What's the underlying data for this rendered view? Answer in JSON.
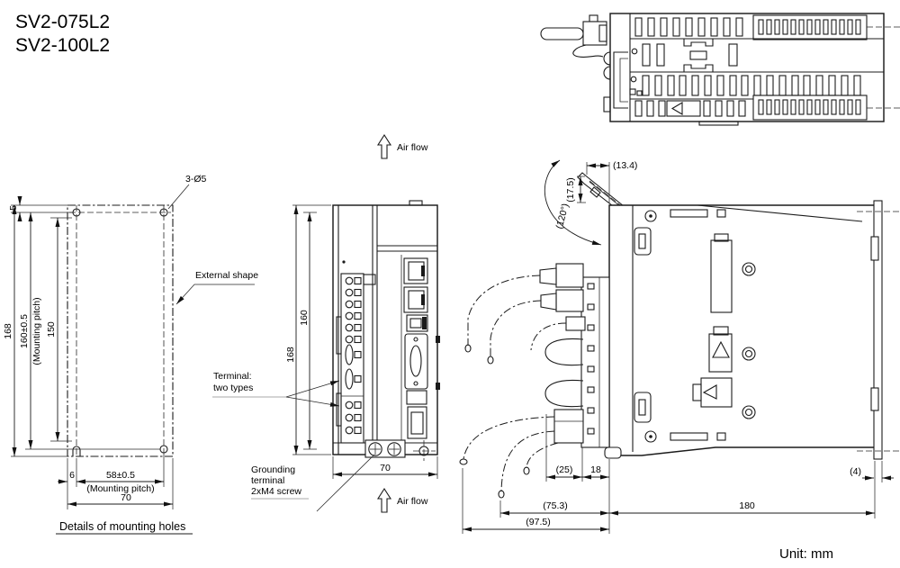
{
  "title": {
    "model_1": "SV2-075L2",
    "model_2": "SV2-100L2"
  },
  "unit_note": "Unit: mm",
  "mounting_view": {
    "caption": "Details of mounting holes",
    "hole_callout": "3-Ø5",
    "external_shape_label": "External shape",
    "dim_top_offset": "5",
    "dim_height_overall": "168",
    "dim_height_pitch": "160±0.5",
    "dim_height_pitch_note": "(Mounting pitch)",
    "dim_height_inner": "150",
    "dim_bottom_left_offset": "6",
    "dim_width_pitch": "58±0.5",
    "dim_width_pitch_note": "(Mounting pitch)",
    "dim_width_overall": "70"
  },
  "front_view": {
    "airflow_top_label": "Air flow",
    "airflow_bottom_label": "Air flow",
    "terminal_label_line1": "Terminal:",
    "terminal_label_line2": "two types",
    "grounding_label_line1": "Grounding",
    "grounding_label_line2": "terminal",
    "grounding_label_line3": "2xM4 screw",
    "dim_height_overall": "168",
    "dim_height_pitch": "160",
    "dim_width": "70"
  },
  "side_view": {
    "dim_cover_depth": "(13.4)",
    "dim_cover_height": "(17.5)",
    "dim_cover_angle": "(120°)",
    "dim_cable_bend": "(25)",
    "dim_connector_depth": "18",
    "dim_din_gap": "(4)",
    "dim_depth_with_connectors": "(75.3)",
    "dim_depth_with_cables": "(97.5)",
    "dim_body_depth": "180"
  }
}
